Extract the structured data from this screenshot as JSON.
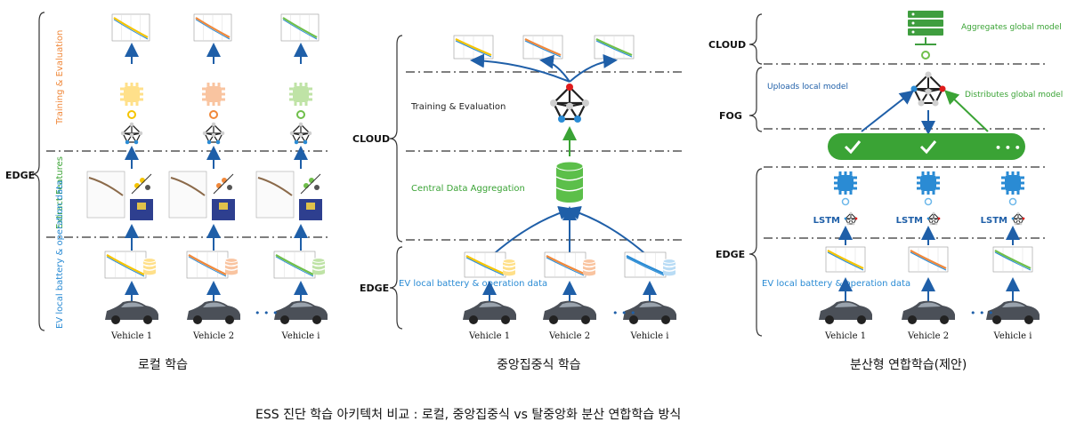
{
  "panels": {
    "local": {
      "tier_edge": "EDGE",
      "stage_training": "Training & Evaluation",
      "stage_features": "Extract Features",
      "stage_data": "EV local battery & operation data",
      "vehicles": [
        "Vehicle 1",
        "Vehicle 2",
        "Vehicle i"
      ],
      "ellipsis": "• • •",
      "caption": "로컬 학습"
    },
    "central": {
      "tier_cloud": "CLOUD",
      "tier_edge": "EDGE",
      "training": "Training & Evaluation",
      "aggregation": "Central Data Aggregation",
      "edge_data": "EV local battery & operation data",
      "vehicles": [
        "Vehicle 1",
        "Vehicle 2",
        "Vehicle i"
      ],
      "ellipsis": "• • •",
      "caption": "중앙집중식 학습"
    },
    "federated": {
      "tier_cloud": "CLOUD",
      "tier_fog": "FOG",
      "tier_edge": "EDGE",
      "aggregates": "Aggregates global model",
      "uploads": "Uploads local model",
      "distributes": "Distributes global model",
      "lstm": "LSTM",
      "edge_data": "EV local battery & operation data",
      "vehicles": [
        "Vehicle 1",
        "Vehicle 2",
        "Vehicle i"
      ],
      "ellipsis": "• • •",
      "fog_more": "• • •",
      "caption": "분산형 연합학습(제안)"
    }
  },
  "main_caption": "ESS 진단 학습 아키텍처 비교 : 로컬, 중앙집중식 vs 탈중앙화 분산 연합학습 방식",
  "colors": {
    "arrow_blue": "#1f5fa8",
    "orange": "#f0883a",
    "green": "#3aa335",
    "light_blue": "#2a8bd4",
    "yellow": "#f5c400",
    "server_green": "#3f9e3f"
  }
}
